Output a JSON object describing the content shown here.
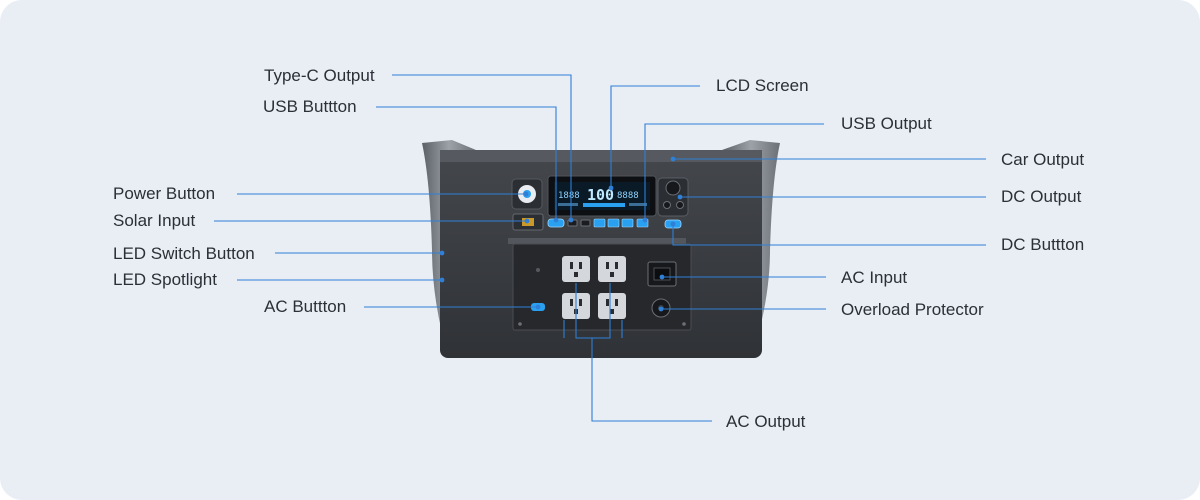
{
  "labels": {
    "type_c_output": "Type-C Output",
    "usb_button": "USB Buttton",
    "lcd_screen": "LCD Screen",
    "usb_output": "USB Output",
    "car_output": "Car Output",
    "dc_output": "DC Output",
    "power_button": "Power Button",
    "solar_input": "Solar Input",
    "led_switch_button": "LED Switch Button",
    "led_spotlight": "LED Spotlight",
    "dc_button": "DC Buttton",
    "ac_input": "AC Input",
    "ac_button": "AC Buttton",
    "overload_protector": "Overload Protector",
    "ac_output": "AC Output"
  },
  "lcd": {
    "main_value": "100",
    "left_value": "1888",
    "right_value": "8888"
  },
  "colors": {
    "background": "#e9edf4",
    "leader_line": "#2f7fd6",
    "device_body": "#3a3d42",
    "device_side": "#7a7f86",
    "accent_blue": "#2aa0f0"
  }
}
